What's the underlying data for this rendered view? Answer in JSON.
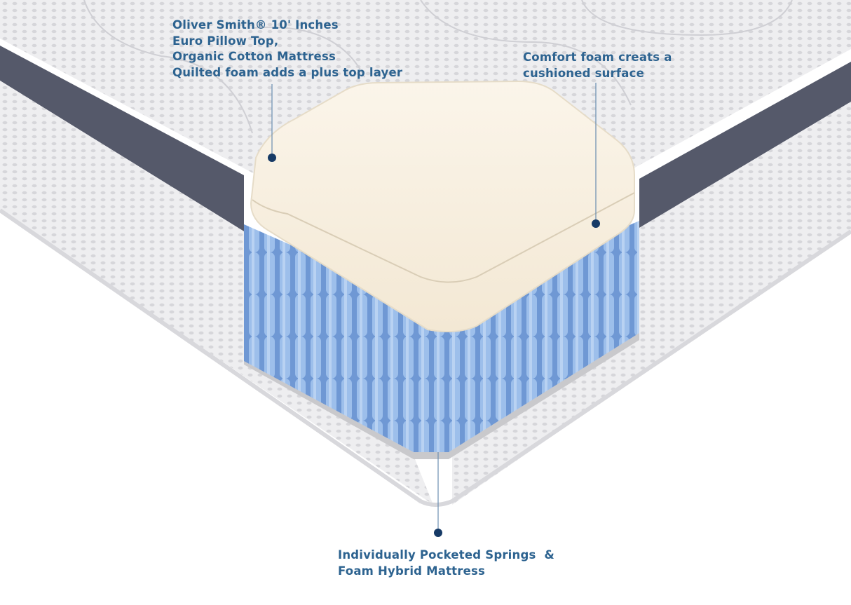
{
  "colors": {
    "text": "#2d6390",
    "dot": "#163a66",
    "spring": "#7aa3dc",
    "foam": "#f8efe0",
    "band": "#55596a"
  },
  "callouts": {
    "top_left": {
      "lines": [
        "Oliver Smith® 10' Inches",
        "Euro Pillow Top,",
        "Organic Cotton Mattress",
        "Quilted foam adds a plus top layer"
      ]
    },
    "top_right": {
      "lines": [
        "Comfort foam creats a",
        "cushioned surface"
      ]
    },
    "bottom": {
      "lines": [
        "Individually Pocketed Springs  &",
        "Foam Hybrid Mattress"
      ]
    }
  }
}
